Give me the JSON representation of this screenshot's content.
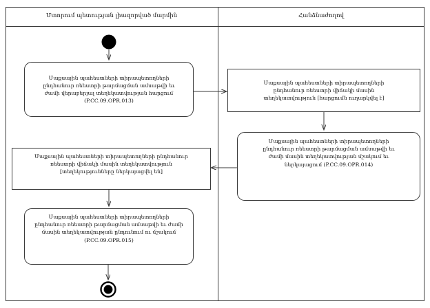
{
  "diagram": {
    "type": "uml-activity-diagram",
    "border_color": "#3a3a3a",
    "background_color": "#ffffff",
    "text_color": "#111111"
  },
  "lanes": [
    {
      "id": "lane-left",
      "title": "Մտորում պետության լիազորված մարմին"
    },
    {
      "id": "lane-right",
      "title": "Հանձնաժողով"
    }
  ],
  "nodes": [
    {
      "id": "initial-node",
      "kind": "initial",
      "label": ""
    },
    {
      "id": "activity-opr-013",
      "kind": "activity",
      "shape": "rounded-rectangle",
      "lane": "lane-left",
      "label": "Մաքսային պահեստների տիրապետողների\nընդհանուր ռեեստրի թարմացման ամսաթվի եւ\nժամի վերաբերյալ տեղեկատվության հարցում\n(P.CC.09.OPR.013)",
      "code": "P.CC.09.OPR.013"
    },
    {
      "id": "object-request-sent",
      "kind": "object",
      "shape": "rectangle",
      "lane": "lane-right",
      "label": "Մաքսային պահեստների տիրապետողների\nընդհանուր ռեեստրի վիճակի մասին\nտեղեկատվություն [հարցումն ուղարկվել է]",
      "state": "հարցումն ուղարկվել է"
    },
    {
      "id": "activity-opr-014",
      "kind": "activity",
      "shape": "rounded-rectangle",
      "lane": "lane-right",
      "label": "Մաքսային պահեստների տիրապետողների\nընդհանուր ռեեստրի թարմացման ամսաթվի եւ\nժամի մասին տեղեկատվության մշակում եւ\nներկայացում (P.CC.09.OPR.014)",
      "code": "P.CC.09.OPR.014"
    },
    {
      "id": "object-info-presented",
      "kind": "object",
      "shape": "rectangle",
      "lane": "lane-left",
      "label": "Մաքսային պահեստների տիրապետողների  ընդհանուր\nռեեստրի վիճակի մասին տեղեկատվություն\n[տեղեկությունները ներկայացվել են]",
      "state": "տեղեկությունները ներկայացվել են"
    },
    {
      "id": "activity-opr-015",
      "kind": "activity",
      "shape": "rounded-rectangle",
      "lane": "lane-left",
      "label": "Մաքսային պահեստների տիրապետողների\nընդհանուր ռեեստրի թարմացման ամսաթվի եւ ժամի\nմասին տեղեկատվության ընդունում ու մշակում\n(P.CC.09.OPR.015)",
      "code": "P.CC.09.OPR.015"
    },
    {
      "id": "final-node",
      "kind": "final",
      "label": ""
    }
  ],
  "edges": [
    {
      "id": "edge-initial-to-013",
      "from": "initial-node",
      "to": "activity-opr-013",
      "direction": "down"
    },
    {
      "id": "edge-013-to-request",
      "from": "activity-opr-013",
      "to": "object-request-sent",
      "direction": "right"
    },
    {
      "id": "edge-request-to-014",
      "from": "object-request-sent",
      "to": "activity-opr-014",
      "direction": "down"
    },
    {
      "id": "edge-014-to-presented",
      "from": "activity-opr-014",
      "to": "object-info-presented",
      "direction": "left"
    },
    {
      "id": "edge-presented-to-015",
      "from": "object-info-presented",
      "to": "activity-opr-015",
      "direction": "down"
    },
    {
      "id": "edge-015-to-final",
      "from": "activity-opr-015",
      "to": "final-node",
      "direction": "down"
    }
  ]
}
